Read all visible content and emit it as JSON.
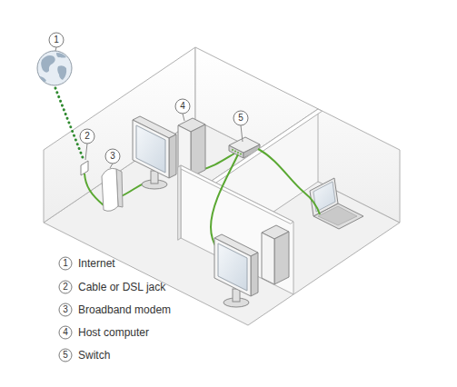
{
  "diagram": {
    "labels": [
      "1",
      "2",
      "3",
      "4",
      "5",
      "1",
      "2",
      "3",
      "4",
      "5"
    ],
    "legend": [
      {
        "text": "Internet"
      },
      {
        "text": "Cable or DSL jack"
      },
      {
        "text": "Broadband modem"
      },
      {
        "text": "Host computer"
      },
      {
        "text": "Switch"
      }
    ]
  }
}
